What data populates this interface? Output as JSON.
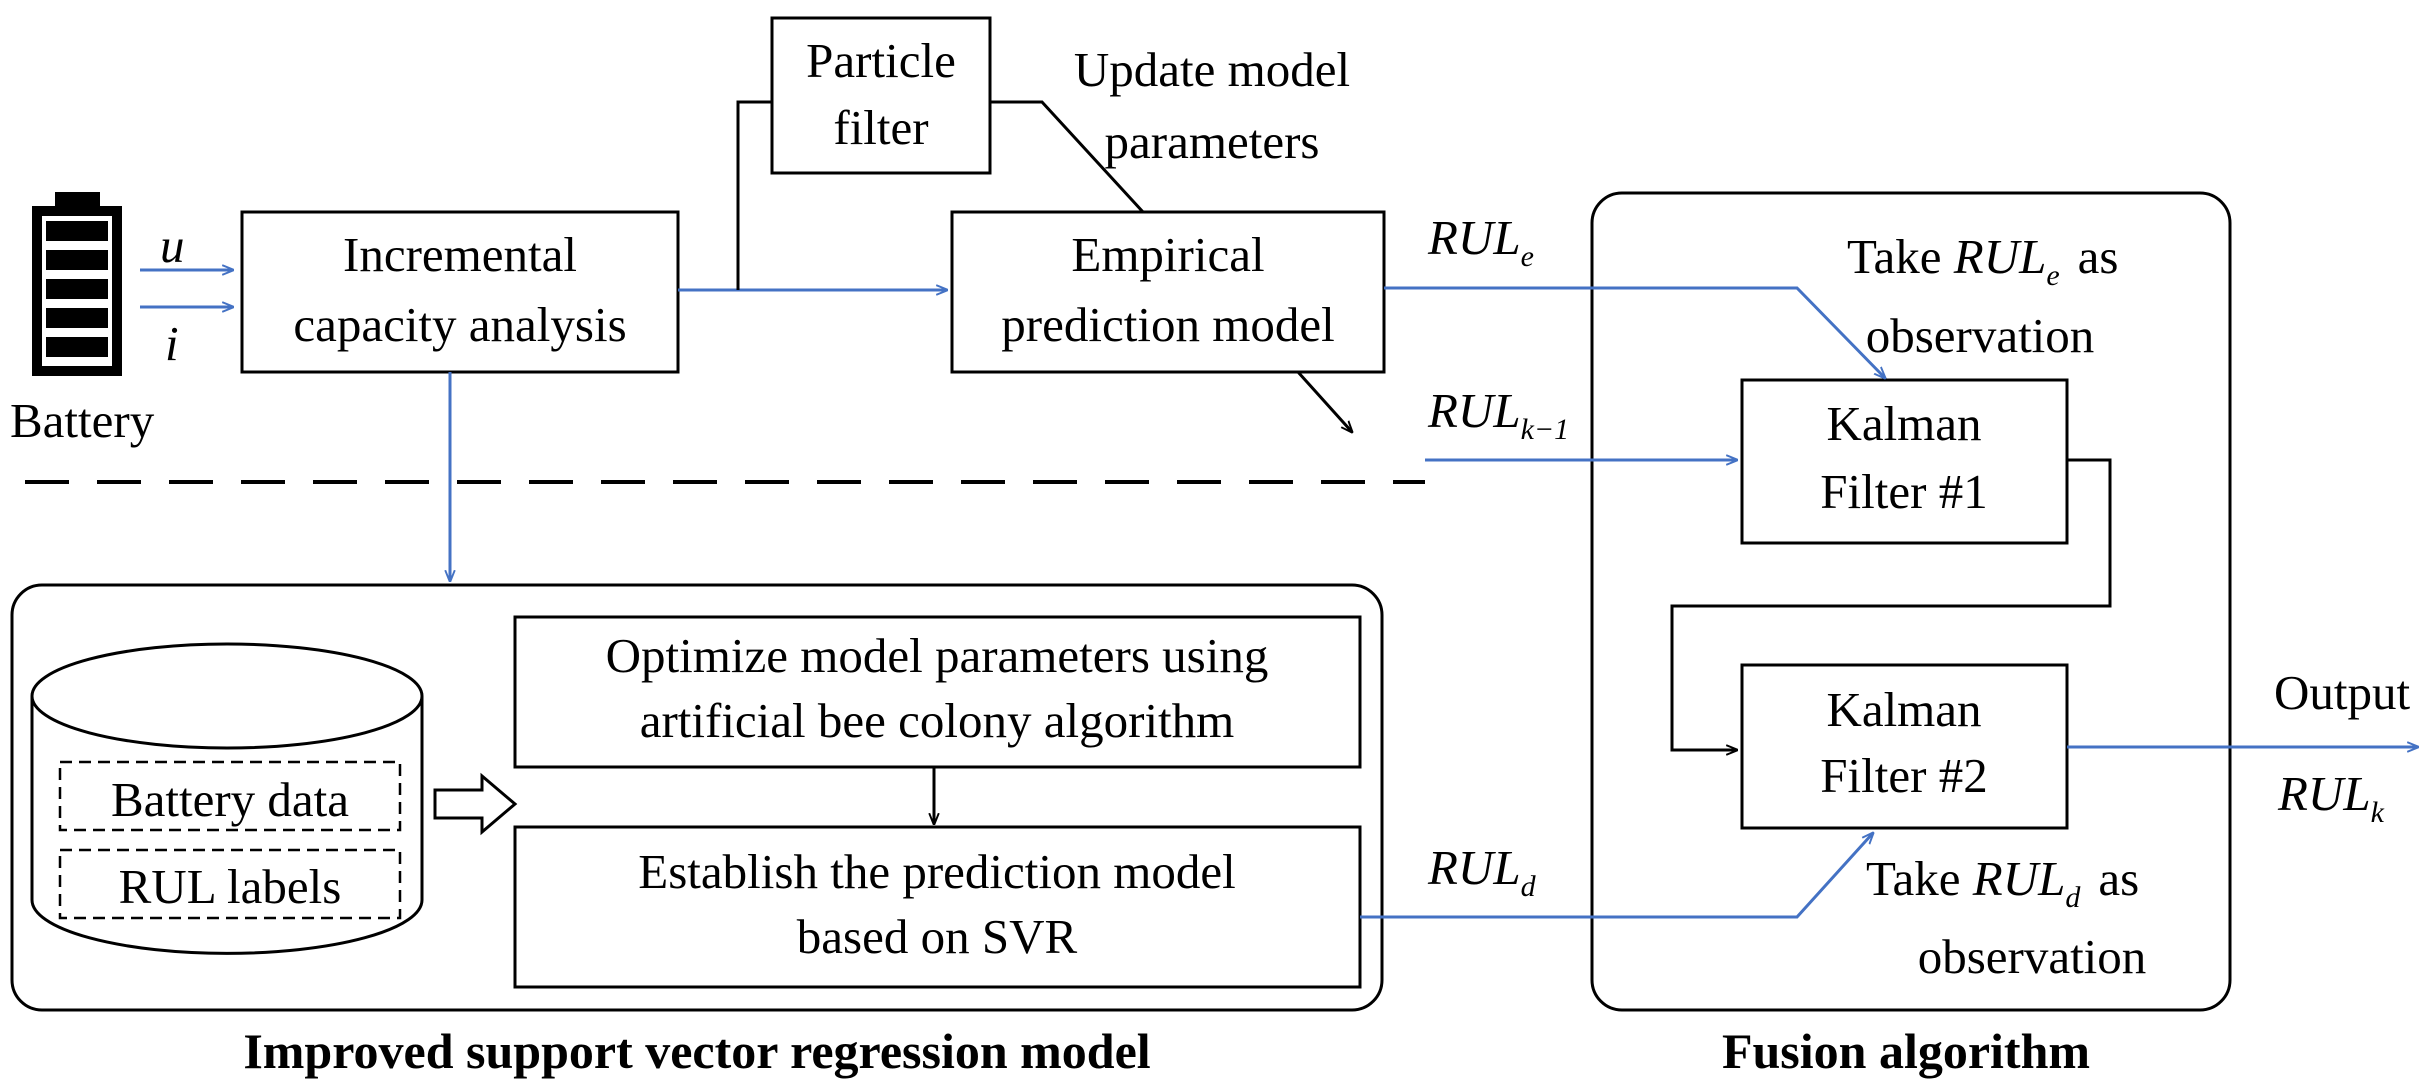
{
  "battery": {
    "label": "Battery",
    "input_u": "u",
    "input_i": "i"
  },
  "boxes": {
    "ica": [
      "Incremental",
      "capacity analysis"
    ],
    "particle_filter": [
      "Particle",
      "filter"
    ],
    "empirical": [
      "Empirical",
      "prediction model"
    ],
    "optimize": [
      "Optimize model parameters using",
      "artificial bee colony algorithm"
    ],
    "establish": [
      "Establish the prediction model",
      "based on SVR"
    ],
    "kalman1": [
      "Kalman",
      "Filter #1"
    ],
    "kalman2": [
      "Kalman",
      "Filter #2"
    ],
    "database": [
      "Battery data",
      "RUL labels"
    ]
  },
  "annotations": {
    "update_params": [
      "Update model",
      "parameters"
    ],
    "take_rule": {
      "pre": "Take",
      "var": "RUL",
      "sub": "e",
      "post": "as",
      "line2": "observation"
    },
    "take_ruld": {
      "pre": "Take",
      "var": "RUL",
      "sub": "d",
      "post": "as",
      "line2": "observation"
    },
    "output": "Output"
  },
  "signals": {
    "rul_e": {
      "base": "RUL",
      "sub": "e"
    },
    "rul_km1": {
      "base": "RUL",
      "sub": "k−1"
    },
    "rul_d": {
      "base": "RUL",
      "sub": "d"
    },
    "rul_k": {
      "base": "RUL",
      "sub": "k"
    }
  },
  "sections": {
    "svr": "Improved support vector regression model",
    "fusion": "Fusion algorithm"
  },
  "colors": {
    "signal": "#4472C4",
    "line": "#000000"
  }
}
